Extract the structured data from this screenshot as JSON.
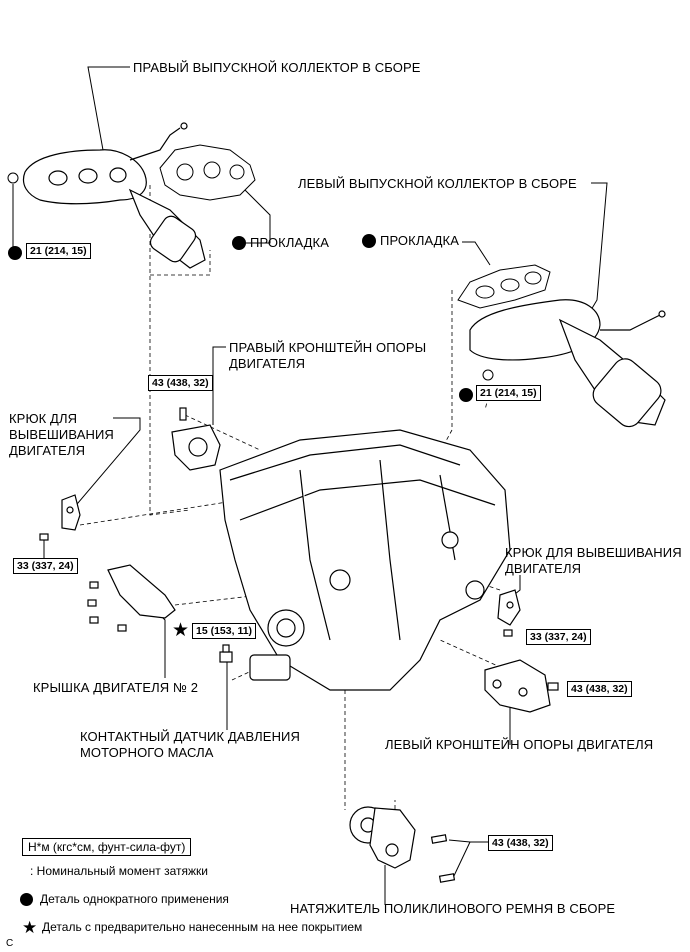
{
  "labels": {
    "right_manifold": "ПРАВЫЙ ВЫПУСКНОЙ КОЛЛЕКТОР В СБОРЕ",
    "left_manifold": "ЛЕВЫЙ ВЫПУСКНОЙ КОЛЛЕКТОР В СБОРЕ",
    "gasket": "ПРОКЛАДКА",
    "right_bracket_l1": "ПРАВЫЙ КРОНШТЕЙН ОПОРЫ",
    "right_bracket_l2": "ДВИГАТЕЛЯ",
    "hook_left_l1": "КРЮК ДЛЯ",
    "hook_left_l2": "ВЫВЕШИВАНИЯ",
    "hook_left_l3": "ДВИГАТЕЛЯ",
    "hook_right_l1": "КРЮК ДЛЯ ВЫВЕШИВАНИЯ",
    "hook_right_l2": "ДВИГАТЕЛЯ",
    "engine_cover": "КРЫШКА ДВИГАТЕЛЯ № 2",
    "oil_sensor_l1": "КОНТАКТНЫЙ ДАТЧИК ДАВЛЕНИЯ",
    "oil_sensor_l2": "МОТОРНОГО МАСЛА",
    "left_bracket": "ЛЕВЫЙ КРОНШТЕЙН ОПОРЫ ДВИГАТЕЛЯ",
    "tensioner": "НАТЯЖИТЕЛЬ ПОЛИКЛИНОВОГО РЕМНЯ В СБОРЕ"
  },
  "torques": {
    "t21": "21 (214, 15)",
    "t43": "43 (438, 32)",
    "t33": "33 (337, 24)",
    "t15": "15 (153, 11)"
  },
  "legend": {
    "units": "Н*м (кгс*см, фунт-сила-фут)",
    "nominal": ": Номинальный момент затяжки",
    "single_use": "Деталь однократного применения",
    "precoated": "Деталь с предварительно нанесенным на нее покрытием"
  },
  "code": "C"
}
